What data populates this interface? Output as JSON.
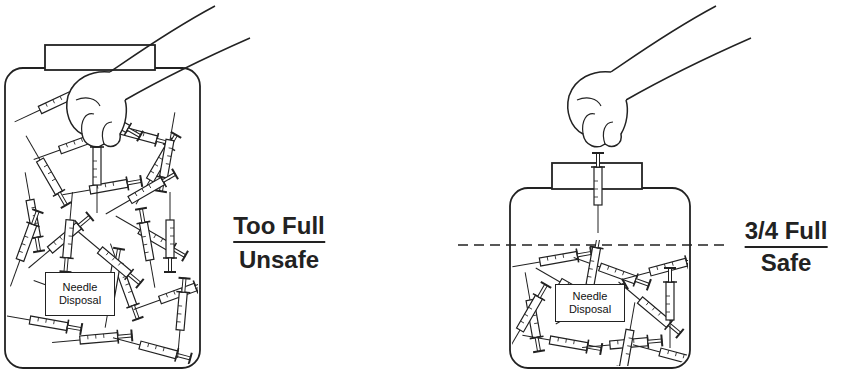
{
  "diagram": {
    "nodes": [
      {
        "text": [
          "Needle Disposal"
        ]
      },
      {
        "text": [
          "Needle Disposal"
        ]
      }
    ],
    "labels": [
      "Too Full",
      "Unsafe",
      "3/4 Full",
      "Safe"
    ]
  }
}
